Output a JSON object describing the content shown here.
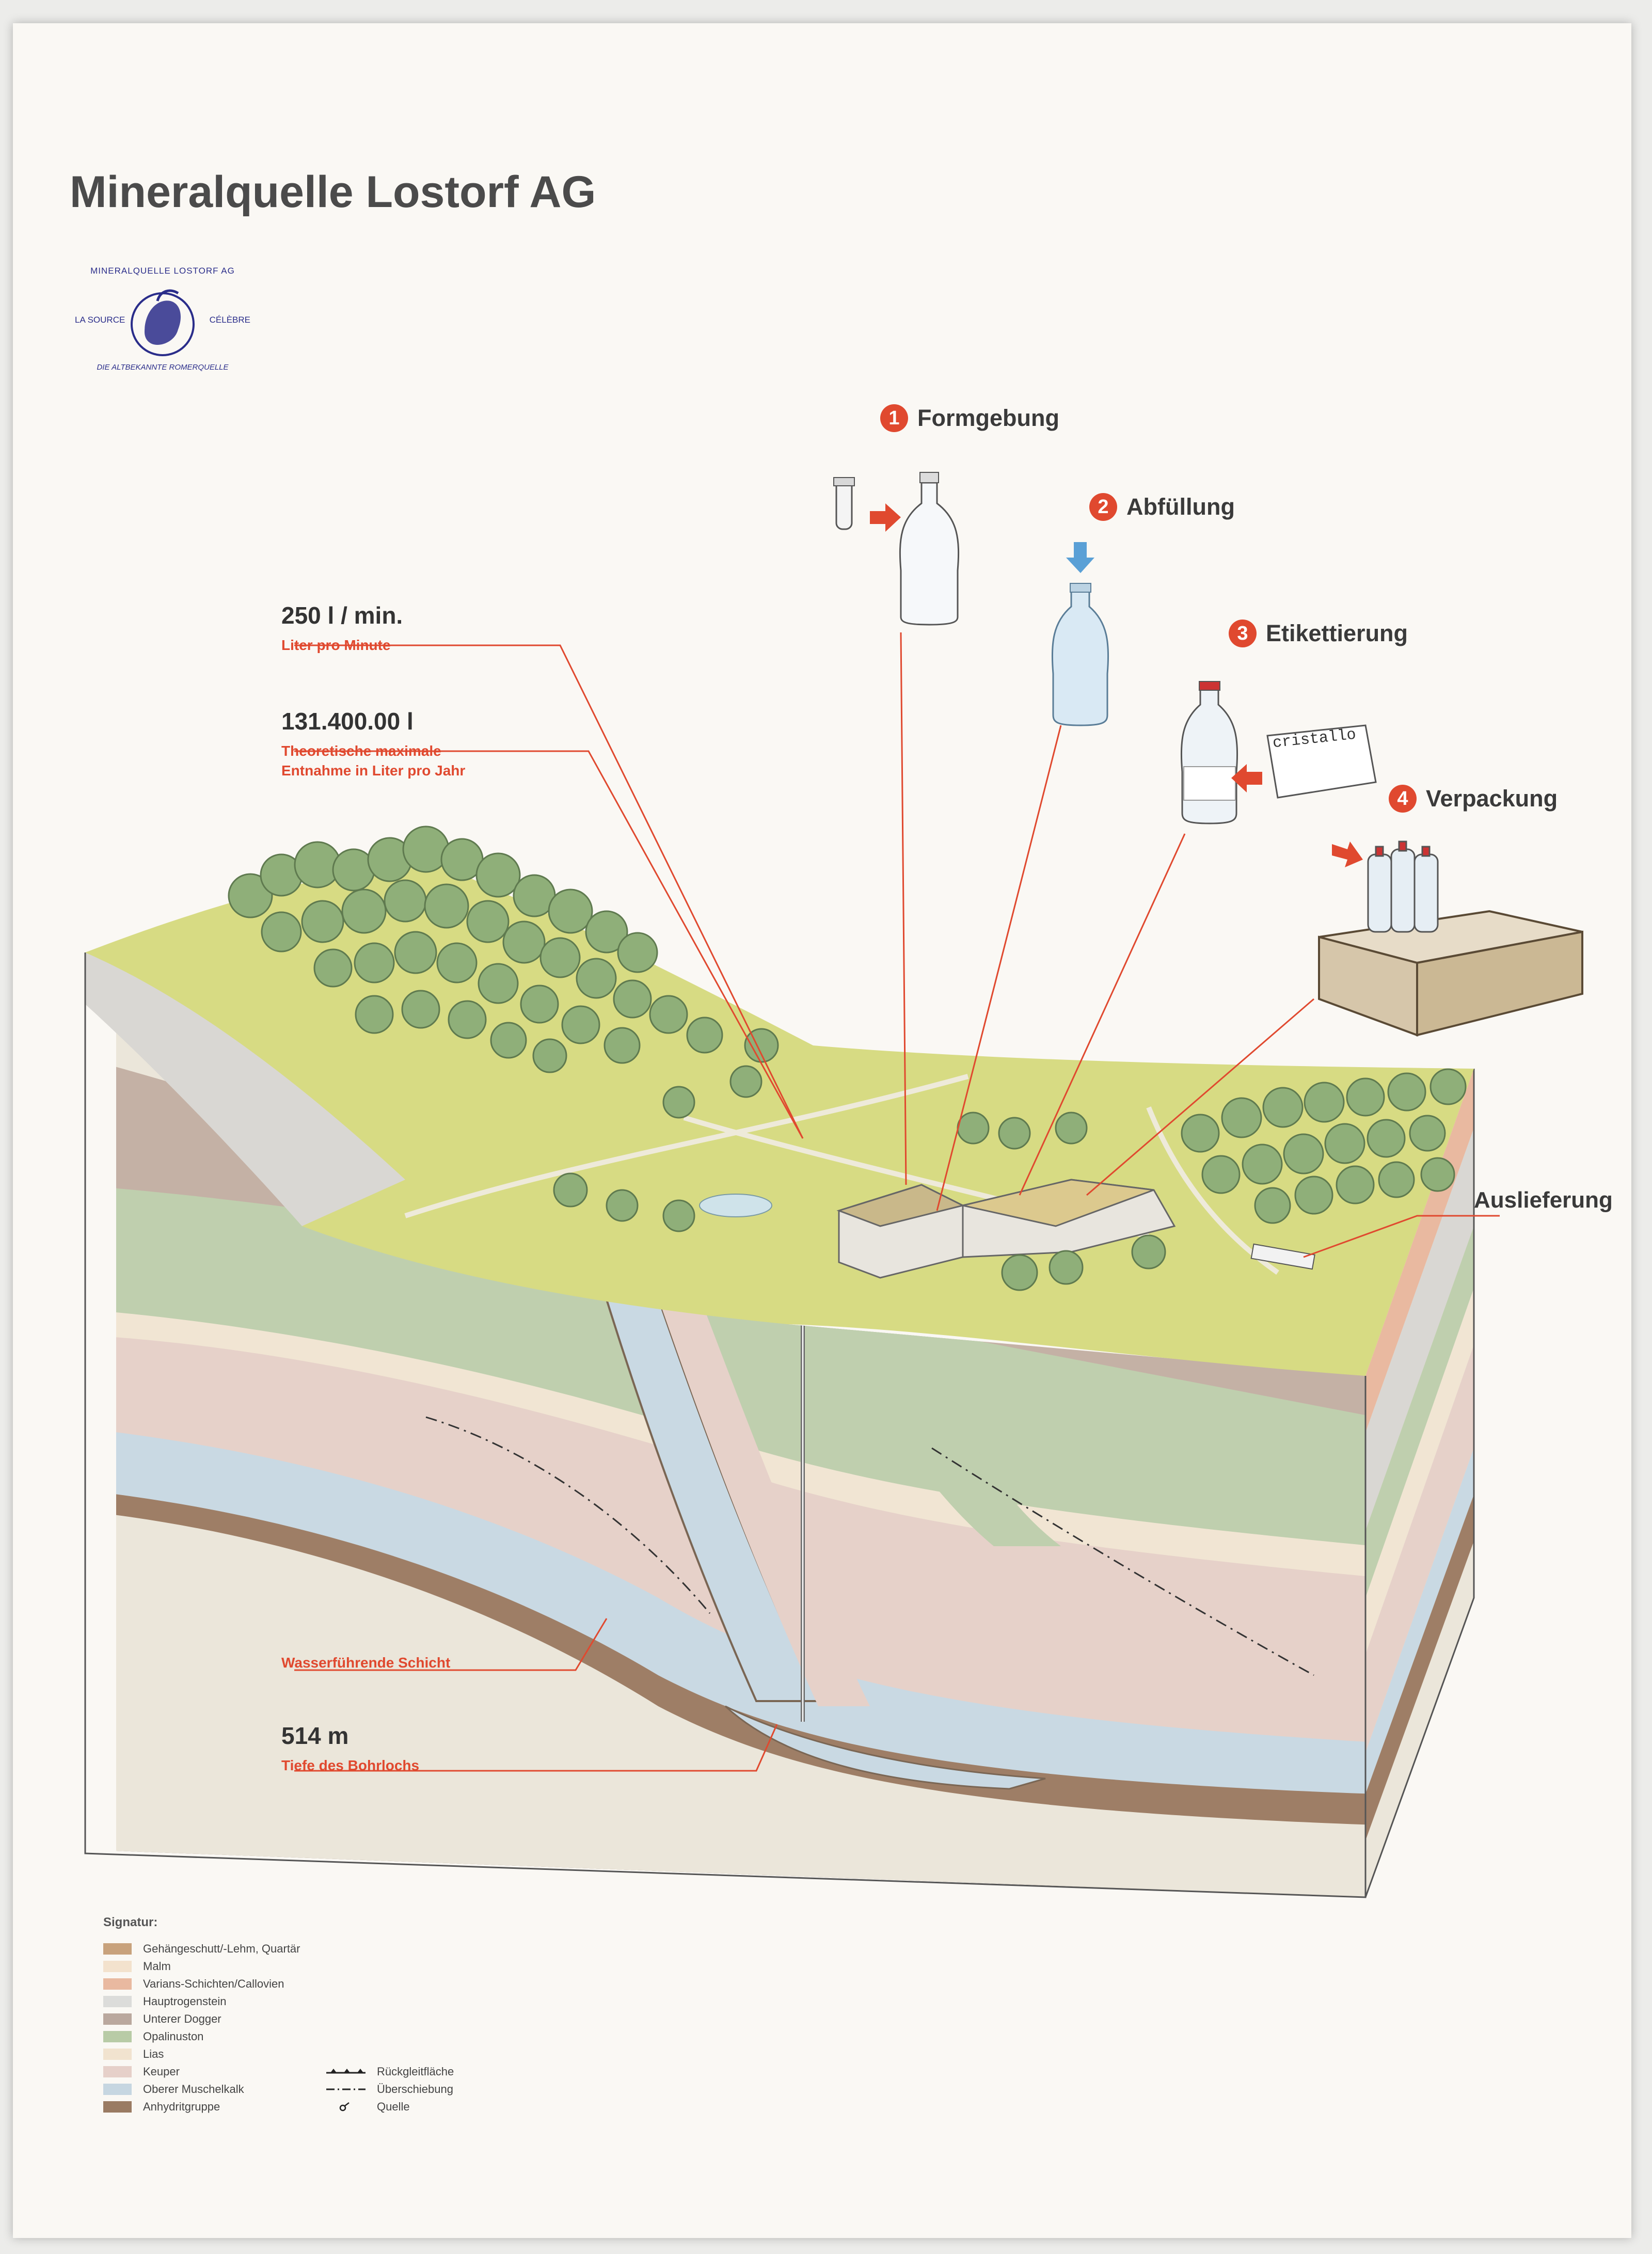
{
  "title": "Mineralquelle Lostorf AG",
  "logo": {
    "top": "MINERALQUELLE LOSTORF AG",
    "left": "LA SOURCE",
    "right": "CÉLÈBRE",
    "bottom": "DIE ALTBEKANNTE ROMERQUELLE"
  },
  "steps": [
    {
      "number": "1",
      "label": "Formgebung"
    },
    {
      "number": "2",
      "label": "Abfüllung"
    },
    {
      "number": "3",
      "label": "Etikettierung"
    },
    {
      "number": "4",
      "label": "Verpackung"
    }
  ],
  "product_label": "cristallo",
  "stats": {
    "flow_value": "250 l / min.",
    "flow_desc": "Liter pro Minute",
    "annual_value": "131.400.00 l",
    "annual_desc": "Theoretische maximale\nEntnahme in Liter pro Jahr",
    "aquifer_label": "Wasserführende Schicht",
    "depth_value": "514 m",
    "depth_desc": "Tiefe des Bohrlochs"
  },
  "delivery_label": "Auslieferung",
  "legend": {
    "title": "Signatur:",
    "layers": [
      {
        "label": "Gehängeschutt/-Lehm, Quartär",
        "color": "#c8a27c"
      },
      {
        "label": "Malm",
        "color": "#f3e2cd"
      },
      {
        "label": "Varians-Schichten/Callovien",
        "color": "#e9b9a0"
      },
      {
        "label": "Hauptrogenstein",
        "color": "#dcdcda"
      },
      {
        "label": "Unterer Dogger",
        "color": "#baa89e"
      },
      {
        "label": "Opalinuston",
        "color": "#b8cba6"
      },
      {
        "label": "Lias",
        "color": "#f1e3cf"
      },
      {
        "label": "Keuper",
        "color": "#e6d0c9"
      },
      {
        "label": "Oberer Muschelkalk",
        "color": "#c6d6e1"
      },
      {
        "label": "Anhydritgruppe",
        "color": "#9a7b63"
      }
    ],
    "symbols": [
      {
        "label": "Rückgleitfläche",
        "icon": "thrust-line-icon"
      },
      {
        "label": "Überschiebung",
        "icon": "dash-dot-line-icon"
      },
      {
        "label": "Quelle",
        "icon": "spring-icon"
      }
    ]
  }
}
